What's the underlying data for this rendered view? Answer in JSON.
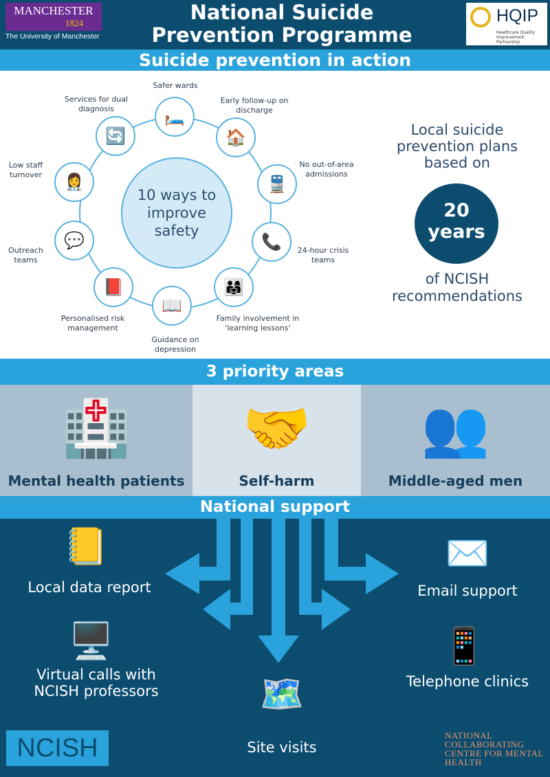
{
  "header": {
    "title": "National Suicide Prevention Programme",
    "uom_logo": "MANCHESTER",
    "uom_year": "1824",
    "uom_sub": "The University of Manchester",
    "hqip_logo": "HQIP",
    "hqip_sub": "Healthcare Quality Improvement Partnership"
  },
  "section1": {
    "title": "Suicide prevention in action",
    "hub": "10 ways to improve safety",
    "ways": [
      {
        "label": "Safer wards",
        "icon": "bed-icon"
      },
      {
        "label": "Early follow-up on discharge",
        "icon": "house-icon"
      },
      {
        "label": "No out-of-area admissions",
        "icon": "train-icon"
      },
      {
        "label": "24-hour crisis teams",
        "icon": "phone-24-icon"
      },
      {
        "label": "Family involvement in 'learning lessons'",
        "icon": "family-icon"
      },
      {
        "label": "Guidance on depression",
        "icon": "book-icon"
      },
      {
        "label": "Personalised risk management",
        "icon": "medical-file-icon"
      },
      {
        "label": "Outreach teams",
        "icon": "conversation-icon"
      },
      {
        "label": "Low staff turnover",
        "icon": "nurse-icon"
      },
      {
        "label": "Services for dual diagnosis",
        "icon": "cycle-arrows-icon"
      }
    ],
    "plans_text": "Local suicide prevention plans based on",
    "years_number": "20",
    "years_word": "years",
    "rec_text": "of NCISH recommendations"
  },
  "section2": {
    "title": "3 priority areas",
    "areas": [
      {
        "label": "Mental health patients",
        "icon": "hospital-icon"
      },
      {
        "label": "Self-harm",
        "icon": "joined-hands-icon"
      },
      {
        "label": "Middle-aged men",
        "icon": "men-icon"
      }
    ]
  },
  "section3": {
    "title": "National support",
    "items": [
      {
        "label": "Local data report",
        "icon": "folder-icon"
      },
      {
        "label": "Email support",
        "icon": "email-icon"
      },
      {
        "label": "Virtual calls with NCISH professors",
        "icon": "video-call-icon"
      },
      {
        "label": "Telephone clinics",
        "icon": "phone-network-icon"
      },
      {
        "label": "Site visits",
        "icon": "uk-map-pin-icon"
      }
    ]
  },
  "footer": {
    "ncish": "NCISH",
    "nccmh": "NATIONAL COLLABORATING CENTRE FOR MENTAL HEALTH"
  },
  "colors": {
    "navy": "#0b4c6f",
    "blue": "#2aa3dc",
    "light_blue": "#d4eaf7"
  }
}
